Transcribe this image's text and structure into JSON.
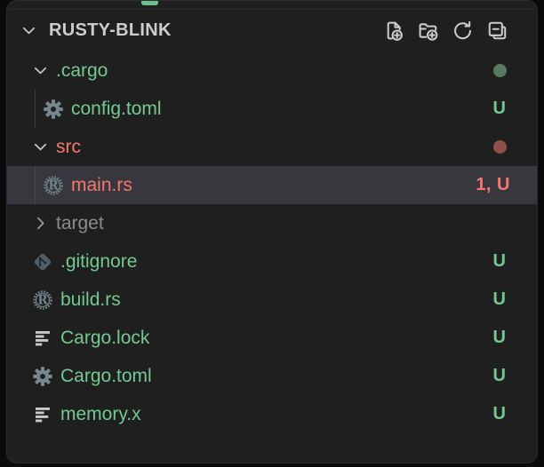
{
  "header": {
    "title": "RUSTY-BLINK",
    "actions": [
      {
        "icon": "new-file-icon"
      },
      {
        "icon": "new-folder-icon"
      },
      {
        "icon": "refresh-icon"
      },
      {
        "icon": "collapse-all-icon"
      }
    ]
  },
  "colors": {
    "panel_bg": "#1f1f1f",
    "selected_row": "#37373d",
    "untracked_green": "#73c991",
    "error_red": "#f4786d",
    "ignored_gray": "#8b8b8b",
    "folder_dot_green": "#587a62",
    "folder_dot_red": "#8e5049",
    "icon_steel": "#74878f"
  },
  "tree": {
    "rows": [
      {
        "name": ".cargo",
        "kind": "folder",
        "state": "expanded",
        "color": "green",
        "badge": "dot-green",
        "indent": 0
      },
      {
        "name": "config.toml",
        "kind": "file",
        "icon": "gear-icon",
        "color": "green",
        "badge": "U",
        "indent": 1
      },
      {
        "name": "src",
        "kind": "folder",
        "state": "expanded",
        "color": "red",
        "badge": "dot-red",
        "indent": 0
      },
      {
        "name": "main.rs",
        "kind": "file",
        "icon": "rust-icon",
        "color": "red",
        "badge": "1, U",
        "indent": 1,
        "selected": true
      },
      {
        "name": "target",
        "kind": "folder",
        "state": "collapsed",
        "color": "gray",
        "badge": "",
        "indent": 0
      },
      {
        "name": ".gitignore",
        "kind": "file",
        "icon": "git-icon",
        "color": "green",
        "badge": "U",
        "indent": 0
      },
      {
        "name": "build.rs",
        "kind": "file",
        "icon": "rust-icon",
        "color": "green",
        "badge": "U",
        "indent": 0
      },
      {
        "name": "Cargo.lock",
        "kind": "file",
        "icon": "lines-icon",
        "color": "green",
        "badge": "U",
        "indent": 0
      },
      {
        "name": "Cargo.toml",
        "kind": "file",
        "icon": "gear-icon",
        "color": "green",
        "badge": "U",
        "indent": 0
      },
      {
        "name": "memory.x",
        "kind": "file",
        "icon": "lines-icon",
        "color": "green",
        "badge": "U",
        "indent": 0
      }
    ]
  }
}
